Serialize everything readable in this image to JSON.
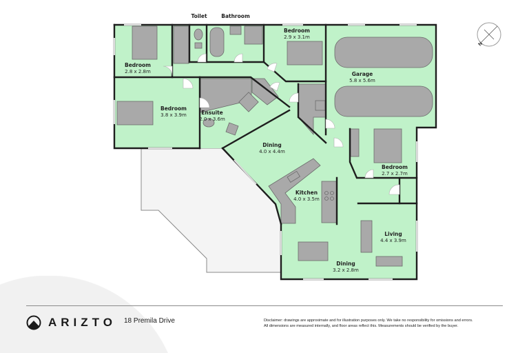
{
  "plan": {
    "top_labels": {
      "toilet": "Toilet",
      "bathroom": "Bathroom"
    },
    "rooms": [
      {
        "name": "Bedroom",
        "dims": "2.8 x 2.8m"
      },
      {
        "name": "Bedroom",
        "dims": "3.8 x 3.9m"
      },
      {
        "name": "Ensuite",
        "dims": "2.0 x 3.6m"
      },
      {
        "name": "Bedroom",
        "dims": "2.9 x 3.1m"
      },
      {
        "name": "Garage",
        "dims": "5.8 x 5.6m"
      },
      {
        "name": "Dining",
        "dims": "4.0 x 4.4m"
      },
      {
        "name": "Kitchen",
        "dims": "4.0 x 3.5m"
      },
      {
        "name": "Bedroom",
        "dims": "2.7 x 2.7m"
      },
      {
        "name": "Living",
        "dims": "4.4 x 3.9m"
      },
      {
        "name": "Dining",
        "dims": "3.2 x 2.8m"
      }
    ],
    "compass_label": "N",
    "colors": {
      "floor": "#c0f2c9",
      "wall": "#1e1e1e",
      "fixture": "#a9a9a9",
      "deck": "#f4f4f4"
    }
  },
  "footer": {
    "brand": "ARIZTO",
    "address": "18 Premila Drive",
    "disclaimer_line1": "Disclaimer: drawings are approximate and for illustration purposes only. We take no responsibility for omissions and errors.",
    "disclaimer_line2": "All dimensions are measured internally, and floor areas reflect this. Measurements should be verified by the buyer."
  }
}
